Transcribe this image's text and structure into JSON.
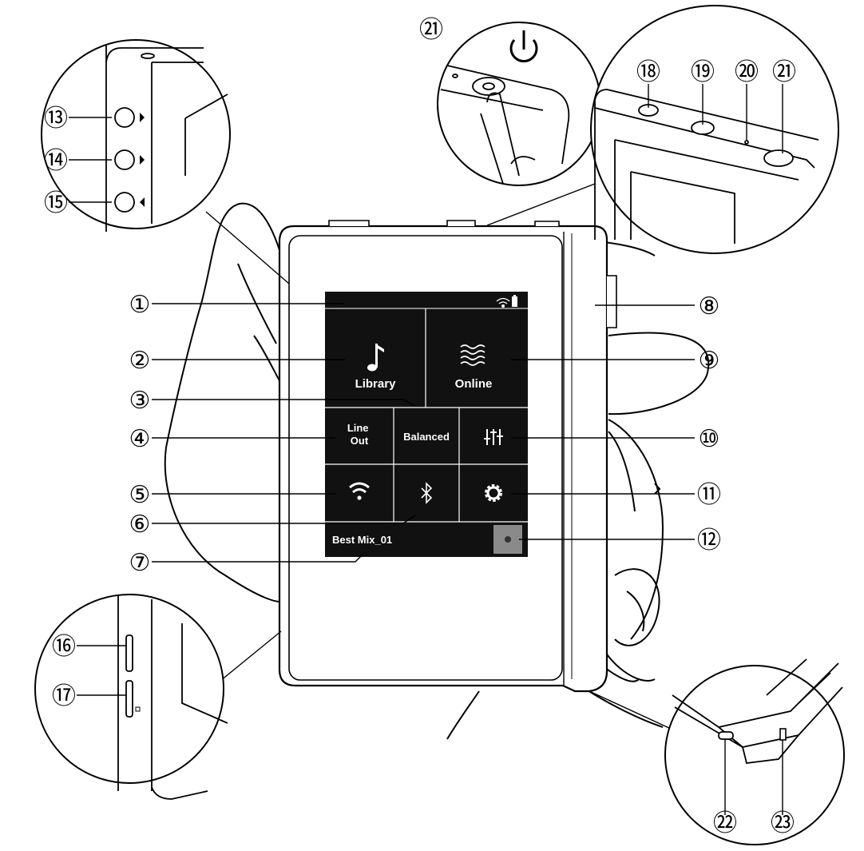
{
  "screen": {
    "tiles": {
      "library": "Library",
      "online": "Online",
      "line_out": "Line\nOut",
      "balanced": "Balanced"
    },
    "now_playing": "Best Mix_01"
  },
  "callouts": [
    {
      "id": "1",
      "label": "①"
    },
    {
      "id": "2",
      "label": "②"
    },
    {
      "id": "3",
      "label": "③"
    },
    {
      "id": "4",
      "label": "④"
    },
    {
      "id": "5",
      "label": "⑤"
    },
    {
      "id": "6",
      "label": "⑥"
    },
    {
      "id": "7",
      "label": "⑦"
    },
    {
      "id": "8",
      "label": "⑧"
    },
    {
      "id": "9",
      "label": "⑨"
    },
    {
      "id": "10",
      "label": "⑩"
    },
    {
      "id": "11",
      "label": "⑪"
    },
    {
      "id": "12",
      "label": "⑫"
    },
    {
      "id": "13",
      "label": "⑬"
    },
    {
      "id": "14",
      "label": "⑭"
    },
    {
      "id": "15",
      "label": "⑮"
    },
    {
      "id": "16",
      "label": "⑯"
    },
    {
      "id": "17",
      "label": "⑰"
    },
    {
      "id": "18",
      "label": "⑱"
    },
    {
      "id": "19",
      "label": "⑲"
    },
    {
      "id": "20",
      "label": "⑳"
    },
    {
      "id": "21",
      "label": "㉑"
    },
    {
      "id": "21b",
      "label": "㉑"
    },
    {
      "id": "22",
      "label": "㉒"
    },
    {
      "id": "23",
      "label": "㉓"
    }
  ],
  "colors": {
    "screen": "#111111",
    "line": "#000000",
    "divider": "#ffffff",
    "artwork": "#8a8a8a"
  },
  "icons": [
    "music-note-icon",
    "wave-icon",
    "equalizer-icon",
    "wifi-icon",
    "bluetooth-icon",
    "gear-icon",
    "battery-icon",
    "power-icon"
  ]
}
